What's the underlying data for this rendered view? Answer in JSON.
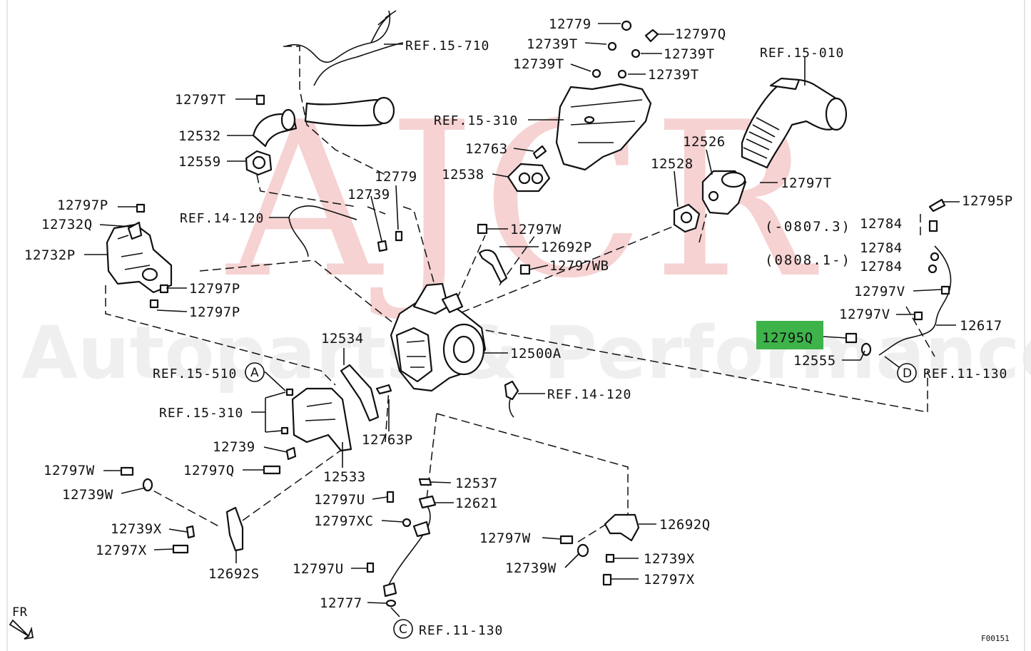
{
  "watermark": {
    "main": "AJCR",
    "sub": "Autoparts & Performance"
  },
  "highlight_color": "#3db34a",
  "labels": {
    "l12779a": "12779",
    "l12739Ta": "12739T",
    "l12797Q_top": "12797Q",
    "l12739Tb": "12739T",
    "l12739Tc": "12739T",
    "l12739Td": "12739T",
    "ref15_710": "REF.15-710",
    "ref15_010": "REF.15-010",
    "l12797Ta": "12797T",
    "l12532": "12532",
    "ref15_310a": "REF.15-310",
    "l12559": "12559",
    "l12763": "12763",
    "l12526": "12526",
    "l12779b": "12779",
    "l12538": "12538",
    "l12528": "12528",
    "l12797Tb": "12797T",
    "l12739a": "12739",
    "l12797P_top": "12797P",
    "l12795P": "12795P",
    "ref14_120a": "REF.14-120",
    "l12732Q": "12732Q",
    "l12797W_mid": "12797W",
    "note_a": "(-0807.3)",
    "l12784a": "12784",
    "l12732P": "12732P",
    "l12692P": "12692P",
    "l12784b": "12784",
    "note_b": "(0808.1-)",
    "l12784c": "12784",
    "l12797WB": "12797WB",
    "l12797P_a": "12797P",
    "l12797V_a": "12797V",
    "l12797P_b": "12797P",
    "l12797V_b": "12797V",
    "l12617": "12617",
    "l12534": "12534",
    "l12795Q": "12795Q",
    "l12500A": "12500A",
    "l12555": "12555",
    "ref15_510": "REF.15-510",
    "circle_a": "A",
    "circle_d": "D",
    "ref11_130a": "REF.11-130",
    "ref14_120b": "REF.14-120",
    "ref15_310b": "REF.15-310",
    "l12763P": "12763P",
    "l12739b": "12739",
    "l12797W_left": "12797W",
    "l12797Q_left": "12797Q",
    "l12533": "12533",
    "l12537": "12537",
    "l12739W_left": "12739W",
    "l12797U_a": "12797U",
    "l12621": "12621",
    "l12797XC": "12797XC",
    "l12692Q": "12692Q",
    "l12739X_left": "12739X",
    "l12797W_right": "12797W",
    "l12797X_left": "12797X",
    "l12739X_right": "12739X",
    "l12739W_right": "12739W",
    "l12797U_b": "12797U",
    "l12692S": "12692S",
    "l12797X_right": "12797X",
    "l12777": "12777",
    "circle_c": "C",
    "ref11_130b": "REF.11-130",
    "fr": "FR",
    "figure_code": "F00151"
  }
}
